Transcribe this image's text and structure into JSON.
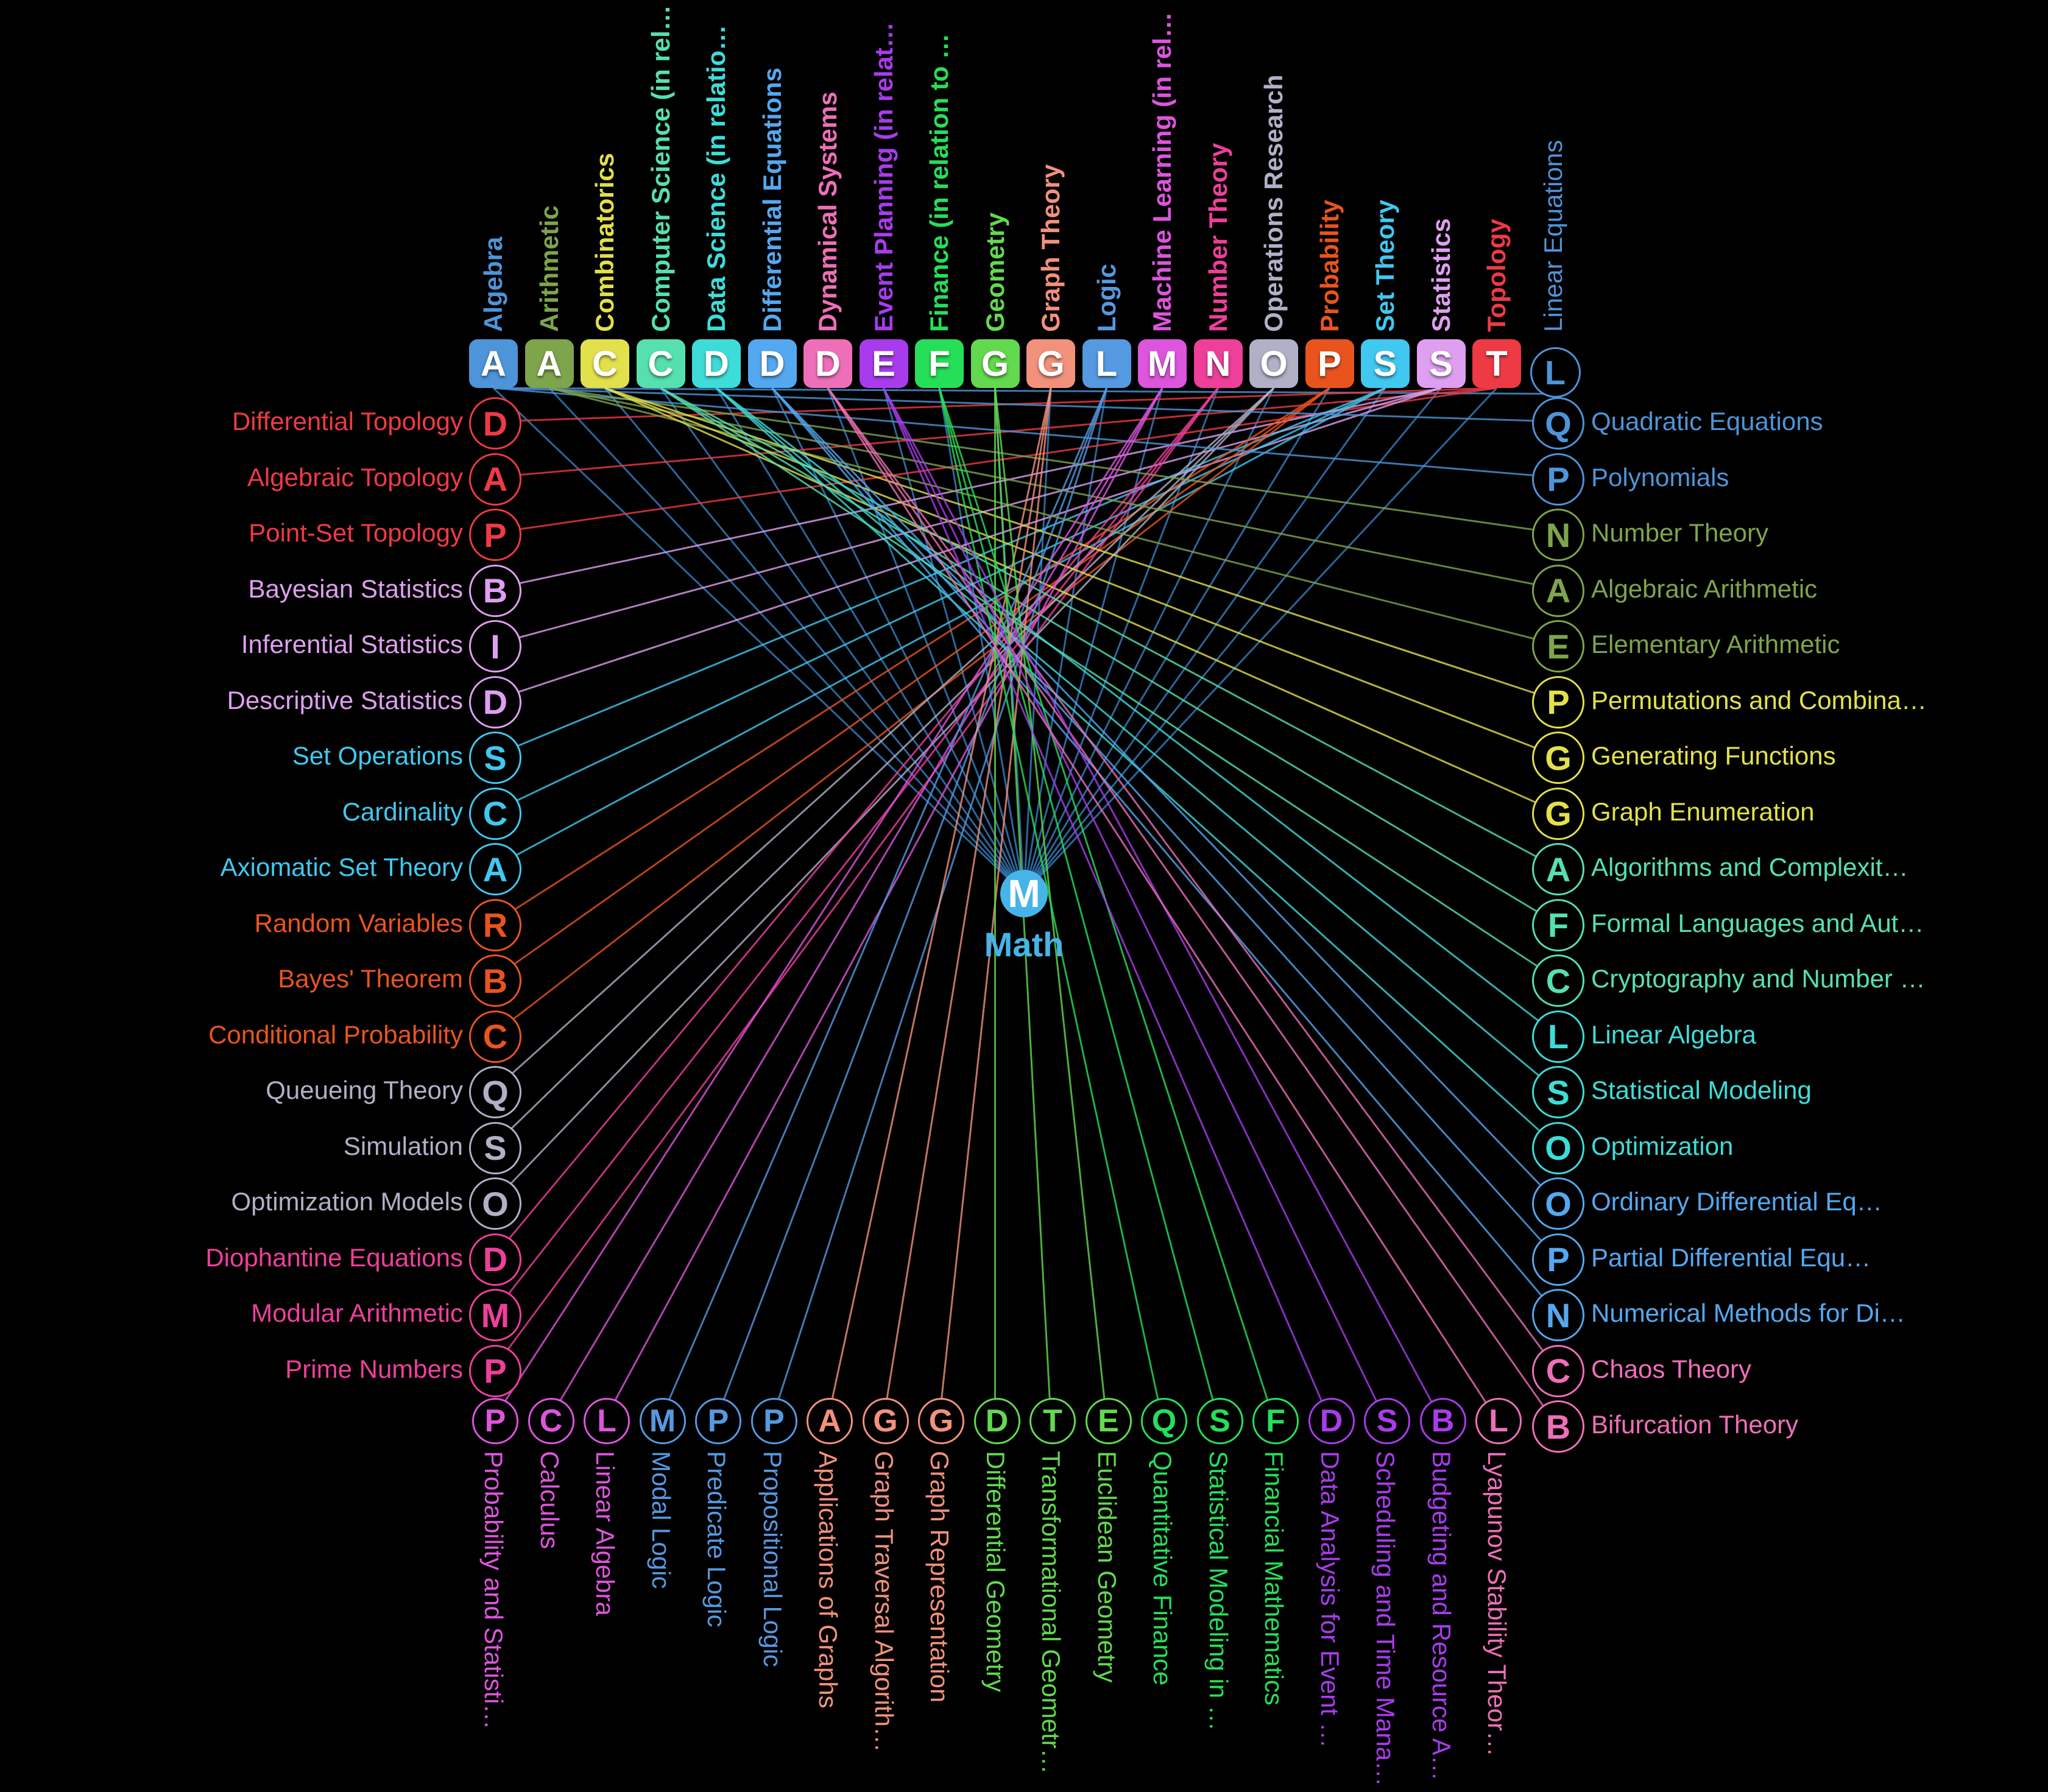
{
  "center": {
    "letter": "M",
    "label": "Math",
    "color": "#47b4e8",
    "letter_color": "#ffffff",
    "edge_color": "#3b8fd8"
  },
  "categories": [
    {
      "letter": "A",
      "label": "Algebra",
      "color": "#4e94d8"
    },
    {
      "letter": "A",
      "label": "Arithmetic",
      "color": "#7ea44c"
    },
    {
      "letter": "C",
      "label": "Combinatorics",
      "color": "#e2e04c"
    },
    {
      "letter": "C",
      "label": "Computer Science (in rel…",
      "color": "#56e0ae"
    },
    {
      "letter": "D",
      "label": "Data Science (in relatio…",
      "color": "#3edcd8"
    },
    {
      "letter": "D",
      "label": "Differential Equations",
      "color": "#54a8f0"
    },
    {
      "letter": "D",
      "label": "Dynamical Systems",
      "color": "#ee6fb8"
    },
    {
      "letter": "E",
      "label": "Event Planning (in relat…",
      "color": "#a83cec"
    },
    {
      "letter": "F",
      "label": "Finance (in relation to …",
      "color": "#26df58"
    },
    {
      "letter": "G",
      "label": "Geometry",
      "color": "#62d94e"
    },
    {
      "letter": "G",
      "label": "Graph Theory",
      "color": "#f2917c"
    },
    {
      "letter": "L",
      "label": "Logic",
      "color": "#5599e0"
    },
    {
      "letter": "M",
      "label": "Machine Learning (in rel…",
      "color": "#dd55dd"
    },
    {
      "letter": "N",
      "label": "Number Theory",
      "color": "#ee3f9a"
    },
    {
      "letter": "O",
      "label": "Operations Research",
      "color": "#b0b0c6"
    },
    {
      "letter": "P",
      "label": "Probability",
      "color": "#e9541e"
    },
    {
      "letter": "S",
      "label": "Set Theory",
      "color": "#40c8f0"
    },
    {
      "letter": "S",
      "label": "Statistics",
      "color": "#df9ff0"
    },
    {
      "letter": "T",
      "label": "Topology",
      "color": "#ee3a44"
    }
  ],
  "subtopics": {
    "top_right": [
      {
        "letter": "L",
        "label": "Linear Equations",
        "cat": 0
      }
    ],
    "left": [
      {
        "letter": "D",
        "label": "Differential Topology",
        "cat": 18
      },
      {
        "letter": "A",
        "label": "Algebraic Topology",
        "cat": 18
      },
      {
        "letter": "P",
        "label": "Point-Set Topology",
        "cat": 18
      },
      {
        "letter": "B",
        "label": "Bayesian Statistics",
        "cat": 17
      },
      {
        "letter": "I",
        "label": "Inferential Statistics",
        "cat": 17
      },
      {
        "letter": "D",
        "label": "Descriptive Statistics",
        "cat": 17
      },
      {
        "letter": "S",
        "label": "Set Operations",
        "cat": 16
      },
      {
        "letter": "C",
        "label": "Cardinality",
        "cat": 16
      },
      {
        "letter": "A",
        "label": "Axiomatic Set Theory",
        "cat": 16
      },
      {
        "letter": "R",
        "label": "Random Variables",
        "cat": 15
      },
      {
        "letter": "B",
        "label": "Bayes' Theorem",
        "cat": 15
      },
      {
        "letter": "C",
        "label": "Conditional Probability",
        "cat": 15
      },
      {
        "letter": "Q",
        "label": "Queueing Theory",
        "cat": 14
      },
      {
        "letter": "S",
        "label": "Simulation",
        "cat": 14
      },
      {
        "letter": "O",
        "label": "Optimization Models",
        "cat": 14
      },
      {
        "letter": "D",
        "label": "Diophantine Equations",
        "cat": 13
      },
      {
        "letter": "M",
        "label": "Modular Arithmetic",
        "cat": 13
      },
      {
        "letter": "P",
        "label": "Prime Numbers",
        "cat": 13
      }
    ],
    "right": [
      {
        "letter": "Q",
        "label": "Quadratic Equations",
        "cat": 0
      },
      {
        "letter": "P",
        "label": "Polynomials",
        "cat": 0
      },
      {
        "letter": "N",
        "label": "Number Theory",
        "cat": 1
      },
      {
        "letter": "A",
        "label": "Algebraic Arithmetic",
        "cat": 1
      },
      {
        "letter": "E",
        "label": "Elementary Arithmetic",
        "cat": 1
      },
      {
        "letter": "P",
        "label": "Permutations and Combina…",
        "cat": 2
      },
      {
        "letter": "G",
        "label": "Generating Functions",
        "cat": 2
      },
      {
        "letter": "G",
        "label": "Graph Enumeration",
        "cat": 2
      },
      {
        "letter": "A",
        "label": "Algorithms and Complexit…",
        "cat": 3
      },
      {
        "letter": "F",
        "label": "Formal Languages and Aut…",
        "cat": 3
      },
      {
        "letter": "C",
        "label": "Cryptography and Number …",
        "cat": 3
      },
      {
        "letter": "L",
        "label": "Linear Algebra",
        "cat": 4
      },
      {
        "letter": "S",
        "label": "Statistical Modeling",
        "cat": 4
      },
      {
        "letter": "O",
        "label": "Optimization",
        "cat": 4
      },
      {
        "letter": "O",
        "label": "Ordinary Differential Eq…",
        "cat": 5
      },
      {
        "letter": "P",
        "label": "Partial Differential Equ…",
        "cat": 5
      },
      {
        "letter": "N",
        "label": "Numerical Methods for Di…",
        "cat": 5
      },
      {
        "letter": "C",
        "label": "Chaos Theory",
        "cat": 6
      },
      {
        "letter": "B",
        "label": "Bifurcation Theory",
        "cat": 6
      }
    ],
    "bottom": [
      {
        "letter": "P",
        "label": "Probability and Statisti…",
        "cat": 12
      },
      {
        "letter": "C",
        "label": "Calculus",
        "cat": 12
      },
      {
        "letter": "L",
        "label": "Linear Algebra",
        "cat": 12
      },
      {
        "letter": "M",
        "label": "Modal Logic",
        "cat": 11
      },
      {
        "letter": "P",
        "label": "Predicate Logic",
        "cat": 11
      },
      {
        "letter": "P",
        "label": "Propositional Logic",
        "cat": 11
      },
      {
        "letter": "A",
        "label": "Applications of Graphs",
        "cat": 10
      },
      {
        "letter": "G",
        "label": "Graph Traversal Algorith…",
        "cat": 10
      },
      {
        "letter": "G",
        "label": "Graph Representation",
        "cat": 10
      },
      {
        "letter": "D",
        "label": "Differential Geometry",
        "cat": 9
      },
      {
        "letter": "T",
        "label": "Transformational Geometr…",
        "cat": 9
      },
      {
        "letter": "E",
        "label": "Euclidean Geometry",
        "cat": 9
      },
      {
        "letter": "Q",
        "label": "Quantitative Finance",
        "cat": 8
      },
      {
        "letter": "S",
        "label": "Statistical Modeling in …",
        "cat": 8
      },
      {
        "letter": "F",
        "label": "Financial Mathematics",
        "cat": 8
      },
      {
        "letter": "D",
        "label": "Data Analysis for Event …",
        "cat": 7
      },
      {
        "letter": "S",
        "label": "Scheduling and Time Mana…",
        "cat": 7
      },
      {
        "letter": "B",
        "label": "Budgeting and Resource A…",
        "cat": 7
      },
      {
        "letter": "L",
        "label": "Lyapunov Stability Theor…",
        "cat": 6
      }
    ]
  }
}
